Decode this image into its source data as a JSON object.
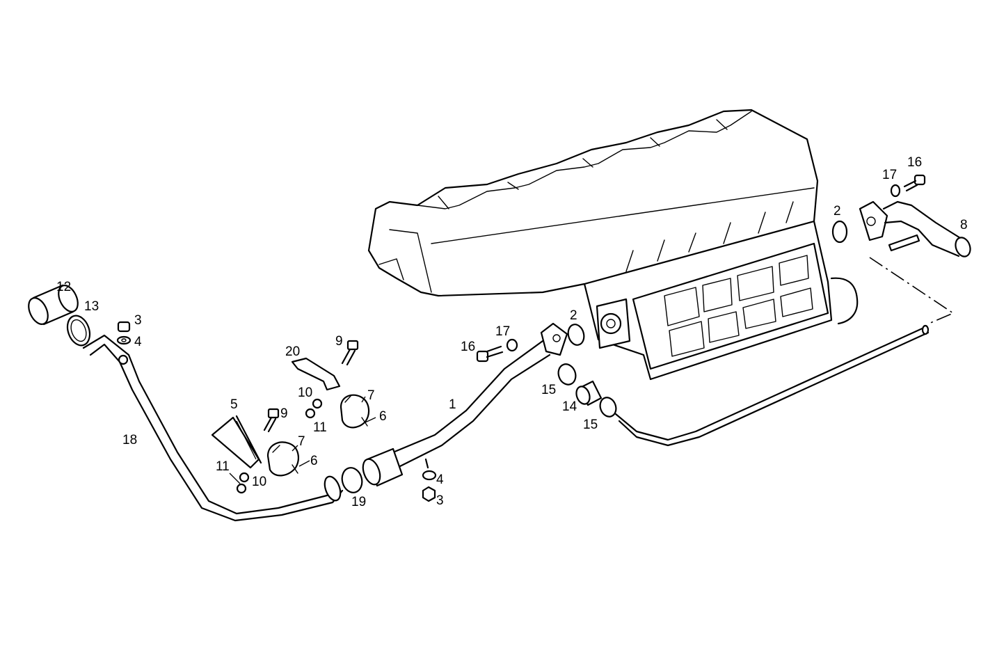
{
  "diagram": {
    "callouts": [
      {
        "id": "c12a",
        "text": "12"
      },
      {
        "id": "c13a",
        "text": "13"
      },
      {
        "id": "c3a",
        "text": "3"
      },
      {
        "id": "c4a",
        "text": "4"
      },
      {
        "id": "c18",
        "text": "18"
      },
      {
        "id": "c5",
        "text": "5"
      },
      {
        "id": "c9a",
        "text": "9"
      },
      {
        "id": "c10a",
        "text": "10"
      },
      {
        "id": "c11a",
        "text": "11"
      },
      {
        "id": "c7a",
        "text": "7"
      },
      {
        "id": "c6a",
        "text": "6"
      },
      {
        "id": "c11b",
        "text": "11"
      },
      {
        "id": "c10b",
        "text": "10"
      },
      {
        "id": "c20",
        "text": "20"
      },
      {
        "id": "c9b",
        "text": "9"
      },
      {
        "id": "c7b",
        "text": "7"
      },
      {
        "id": "c6b",
        "text": "6"
      },
      {
        "id": "c19",
        "text": "19"
      },
      {
        "id": "c4b",
        "text": "4"
      },
      {
        "id": "c3b",
        "text": "3"
      },
      {
        "id": "c1",
        "text": "1"
      },
      {
        "id": "c16a",
        "text": "16"
      },
      {
        "id": "c17a",
        "text": "17"
      },
      {
        "id": "c2a",
        "text": "2"
      },
      {
        "id": "c15a",
        "text": "15"
      },
      {
        "id": "c14",
        "text": "14"
      },
      {
        "id": "c15b",
        "text": "15"
      },
      {
        "id": "c2b",
        "text": "2"
      },
      {
        "id": "c17b",
        "text": "17"
      },
      {
        "id": "c16b",
        "text": "16"
      },
      {
        "id": "c8",
        "text": "8"
      }
    ]
  }
}
